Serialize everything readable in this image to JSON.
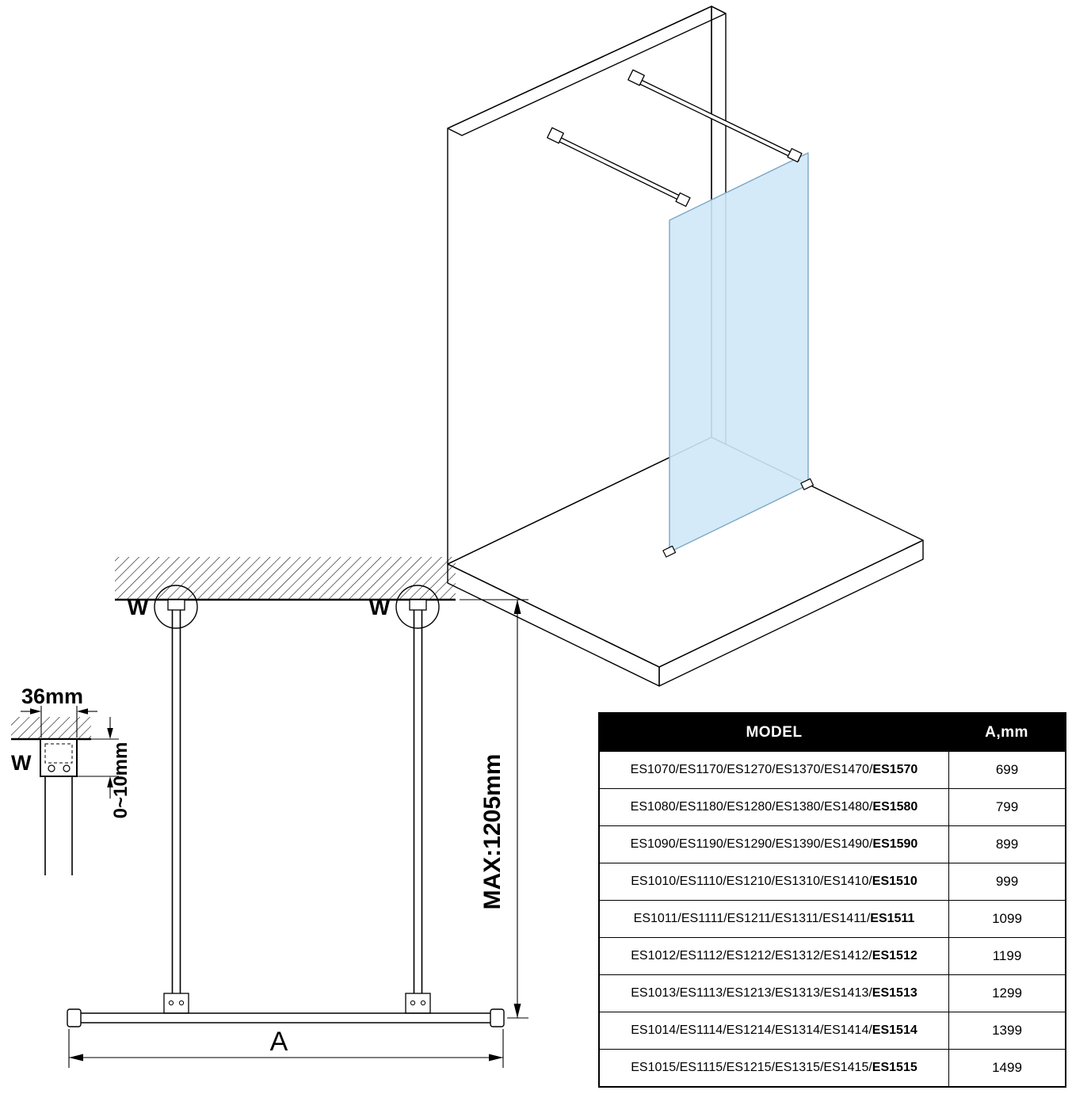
{
  "colors": {
    "page_bg": "#ffffff",
    "line": "#000000",
    "glass_fill": "#cfe8f8",
    "glass_stroke": "#7da7c4",
    "table_header_bg": "#000000",
    "table_header_text": "#ffffff",
    "table_border": "#000000"
  },
  "plan_view": {
    "anchor_label_left": "W",
    "anchor_label_right": "W",
    "width_dim": "A",
    "max_height_dim": "MAX:1205mm"
  },
  "detail_view": {
    "bracket_width_dim": "36mm",
    "anchor_label": "W",
    "adjust_range_dim": "0~10mm"
  },
  "table": {
    "headers": {
      "model": "MODEL",
      "a_mm": "A,mm"
    },
    "rows": [
      {
        "models": "ES1070/ES1170/ES1270/ES1370/ES1470/",
        "last": "ES1570",
        "a": "699"
      },
      {
        "models": "ES1080/ES1180/ES1280/ES1380/ES1480/",
        "last": "ES1580",
        "a": "799"
      },
      {
        "models": "ES1090/ES1190/ES1290/ES1390/ES1490/",
        "last": "ES1590",
        "a": "899"
      },
      {
        "models": "ES1010/ES1110/ES1210/ES1310/ES1410/",
        "last": "ES1510",
        "a": "999"
      },
      {
        "models": "ES1011/ES1111/ES1211/ES1311/ES1411/",
        "last": "ES1511",
        "a": "1099"
      },
      {
        "models": "ES1012/ES1112/ES1212/ES1312/ES1412/",
        "last": "ES1512",
        "a": "1199"
      },
      {
        "models": "ES1013/ES1113/ES1213/ES1313/ES1413/",
        "last": "ES1513",
        "a": "1299"
      },
      {
        "models": "ES1014/ES1114/ES1214/ES1314/ES1414/",
        "last": "ES1514",
        "a": "1399"
      },
      {
        "models": "ES1015/ES1115/ES1215/ES1315/ES1415/",
        "last": "ES1515",
        "a": "1499"
      }
    ]
  }
}
